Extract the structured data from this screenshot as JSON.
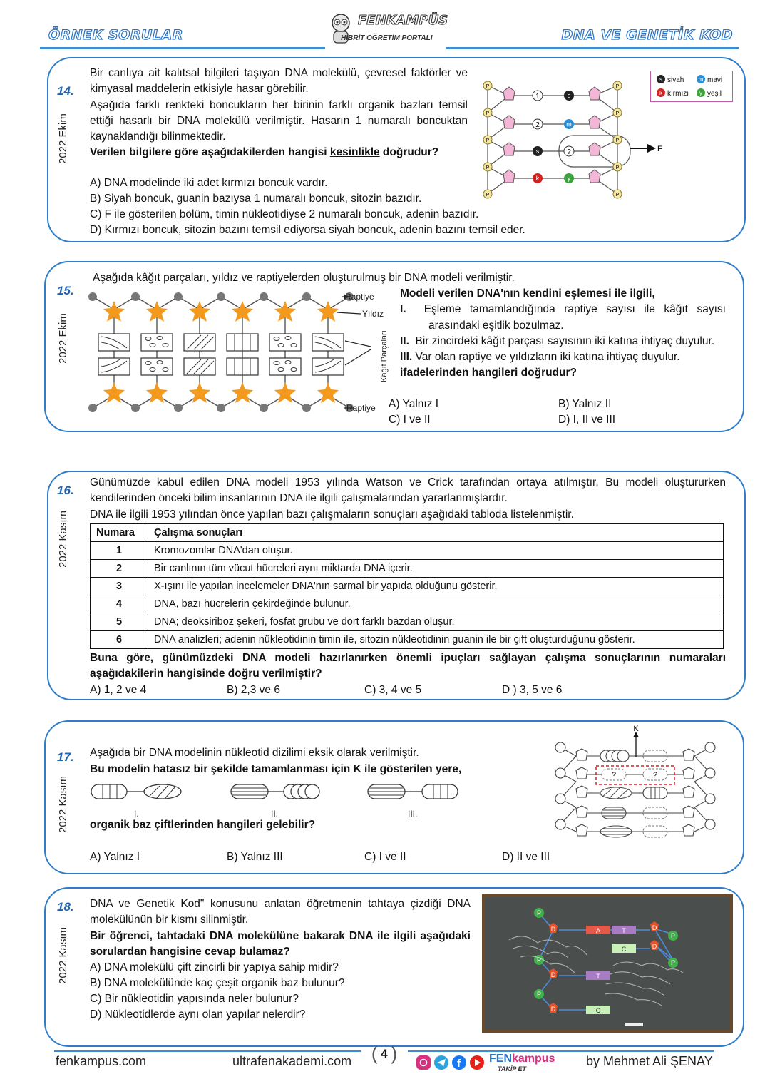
{
  "header": {
    "left": "ÖRNEK SORULAR",
    "right": "DNA VE GENETİK KOD",
    "logo_title": "FENKAMPÜS",
    "logo_sub": "HİBRİT ÖĞRETİM PORTALI"
  },
  "q14": {
    "num": "14.",
    "date": "2022 Ekim",
    "p1": "Bir canlıya ait kalıtsal bilgileri taşıyan DNA molekülü, çevresel faktörler ve kimyasal maddelerin etkisiyle hasar görebilir.",
    "p2": "Aşağıda farklı renkteki boncukların her birinin farklı organik bazları temsil ettiği hasarlı bir DNA molekülü verilmiştir. Hasarın 1 numaralı boncuktan kaynaklandığı bilinmektedir.",
    "question_a": "Verilen bilgilere göre aşağıdakilerden hangisi ",
    "question_u": "kesinlikle",
    "question_b": " doğrudur?",
    "a": "A) DNA modelinde iki adet kırmızı boncuk vardır.",
    "b": "B) Siyah boncuk, guanin bazıysa 1 numaralı boncuk, sitozin bazıdır.",
    "c": "C) F ile gösterilen bölüm, timin nükleotidiyse 2 numaralı boncuk, adenin bazıdır.",
    "d": "D) Kırmızı boncuk, sitozin bazını temsil ediyorsa siyah boncuk, adenin bazını temsil eder.",
    "legend": {
      "s": "s",
      "siyah": "siyah",
      "m": "m",
      "mavi": "mavi",
      "k": "k",
      "kirmizi": "kırmızı",
      "y": "y",
      "yesil": "yeşil"
    },
    "fig": {
      "p": "P",
      "one": "1",
      "two": "2",
      "q": "?",
      "f": "F"
    }
  },
  "q15": {
    "num": "15.",
    "date": "2022 Ekim",
    "intro": "Aşağıda kâğıt parçaları, yıldız ve raptiyelerden oluşturulmuş bir DNA modeli verilmiştir.",
    "q": "Modeli verilen DNA'nın kendini eşlemesi ile ilgili,",
    "i_label": "I.",
    "i": "Eşleme tamamlandığında raptiye sayısı ile kâğıt sayısı arasındaki eşitlik bozulmaz.",
    "ii_label": "II.",
    "ii": "Bir zincirdeki kâğıt parçası sayısının iki katına ihtiyaç duyulur.",
    "iii_label": "III.",
    "iii": "Var olan raptiye ve yıldızların iki katına ihtiyaç duyulur.",
    "ask": "ifadelerinden hangileri doğrudur?",
    "a": "A) Yalnız I",
    "b": "B) Yalnız II",
    "c": "C) I ve II",
    "d": "D) I, II ve III",
    "fig": {
      "raptiye": "Raptiye",
      "yildiz": "Yıldız",
      "kagit": "Kâğıt Parçaları",
      "raptiye2": "Raptiye"
    }
  },
  "q16": {
    "num": "16.",
    "date": "2022 Kasım",
    "p1": "Günümüzde kabul edilen DNA modeli 1953 yılında Watson ve Crick tarafından ortaya atılmıştır. Bu modeli oluştururken kendilerinden önceki bilim insanlarının DNA ile ilgili çalışmalarından yararlanmışlardır.",
    "p2": "DNA ile ilgili 1953 yılından önce yapılan bazı çalışmaların sonuçları aşağıdaki tabloda listelenmiştir.",
    "th_num": "Numara",
    "th_res": "Çalışma sonuçları",
    "rows": [
      {
        "n": "1",
        "t": "Kromozomlar DNA'dan oluşur."
      },
      {
        "n": "2",
        "t": "Bir canlının tüm vücut hücreleri aynı miktarda DNA içerir."
      },
      {
        "n": "3",
        "t": "X-ışını ile yapılan incelemeler DNA'nın sarmal bir yapıda olduğunu gösterir."
      },
      {
        "n": "4",
        "t": "DNA, bazı hücrelerin çekirdeğinde bulunur."
      },
      {
        "n": "5",
        "t": "DNA; deoksiriboz şekeri, fosfat grubu ve dört farklı bazdan oluşur."
      },
      {
        "n": "6",
        "t": "DNA analizleri; adenin nükleotidinin timin ile, sitozin nükleotidinin guanin ile bir çift oluşturduğunu gösterir."
      }
    ],
    "q": "Buna göre, günümüzdeki DNA modeli hazırlanırken önemli ipuçları sağlayan çalışma sonuçlarının numaraları aşağıdakilerin hangisinde doğru verilmiştir?",
    "a": "A) 1, 2 ve 4",
    "b": "B) 2,3 ve 6",
    "c": "C) 3, 4 ve 5",
    "d": "D ) 3, 5 ve 6"
  },
  "q17": {
    "num": "17.",
    "date": "2022 Kasım",
    "p1": "Aşağıda bir DNA modelinin nükleotid dizilimi eksik olarak verilmiştir.",
    "q": "Bu modelin hatasız bir şekilde tamamlanması için K ile gösterilen yere,",
    "l1": "I.",
    "l2": "II.",
    "l3": "III.",
    "ask": "organik baz çiftlerinden hangileri gelebilir?",
    "a": "A) Yalnız I",
    "b": "B) Yalnız III",
    "c": "C) I ve II",
    "d": "D) II ve III",
    "fig": {
      "k": "K",
      "q": "?"
    }
  },
  "q18": {
    "num": "18.",
    "date": "2022 Kasım",
    "p1": "DNA ve Genetik Kod\" konusunu anlatan öğretmenin tahtaya çizdiği DNA molekülünün bir kısmı silinmiştir.",
    "q_a": "Bir öğrenci, tahtadaki DNA molekülüne bakarak DNA ile ilgili aşağıdaki sorulardan hangisine cevap ",
    "q_u": "bulamaz",
    "q_b": "?",
    "a": "A) DNA molekülü çift zincirli bir yapıya sahip midir?",
    "b": "B) DNA molekülünde kaç çeşit organik baz bulunur?",
    "c": "C) Bir nükleotidin yapısında neler bulunur?",
    "d": "D) Nükleotidlerde aynı olan yapılar nelerdir?",
    "board": {
      "p": "P",
      "d": "D",
      "a": "A",
      "t": "T",
      "c": "C"
    }
  },
  "footer": {
    "left": "fenkampus.com",
    "mid": "ultrafenakademi.com",
    "page": "4",
    "brand_a": "FEN",
    "brand_b": "kampus",
    "brand_sub": "TAKİP ET",
    "right": "by Mehmet Ali ŞENAY"
  },
  "colors": {
    "accent": "#2f7dc8",
    "pink": "#f4b6d6",
    "yellow": "#f7e7a0",
    "star": "#f39a1e"
  }
}
